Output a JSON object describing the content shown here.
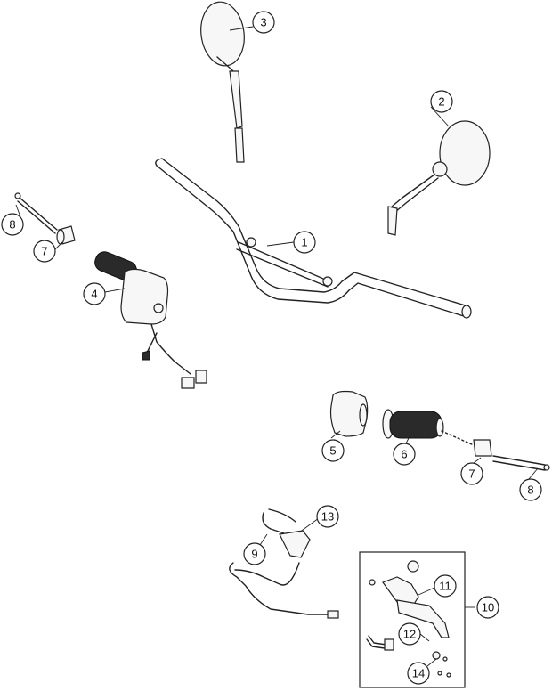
{
  "callouts": [
    {
      "label": "1"
    },
    {
      "label": "2"
    },
    {
      "label": "3"
    },
    {
      "label": "4"
    },
    {
      "label": "5"
    },
    {
      "label": "6"
    },
    {
      "label": "7"
    },
    {
      "label": "7"
    },
    {
      "label": "8"
    },
    {
      "label": "8"
    },
    {
      "label": "9"
    },
    {
      "label": "10"
    },
    {
      "label": "11"
    },
    {
      "label": "12"
    },
    {
      "label": "13"
    },
    {
      "label": "14"
    }
  ]
}
